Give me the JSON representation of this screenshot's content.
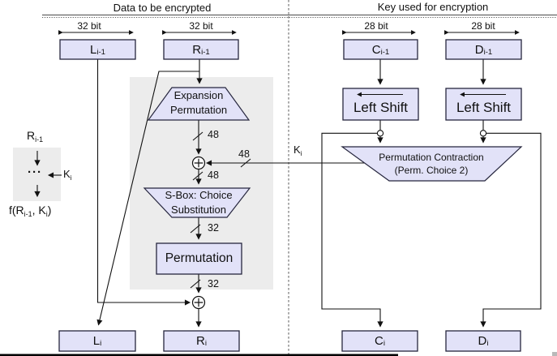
{
  "header": {
    "left_title": "Data to be encrypted",
    "right_title": "Key used for encryption"
  },
  "width_labels": {
    "l_prev": "32 bit",
    "r_prev": "32 bit",
    "c_prev": "28 bit",
    "d_prev": "28 bit"
  },
  "registers": {
    "l_prev": {
      "base": "L",
      "sub": "i-1"
    },
    "r_prev": {
      "base": "R",
      "sub": "i-1"
    },
    "c_prev": {
      "base": "C",
      "sub": "i-1"
    },
    "d_prev": {
      "base": "D",
      "sub": "i-1"
    },
    "l_next": {
      "base": "L",
      "sub": "i"
    },
    "r_next": {
      "base": "R",
      "sub": "i"
    },
    "c_next": {
      "base": "C",
      "sub": "i"
    },
    "d_next": {
      "base": "D",
      "sub": "i"
    }
  },
  "blocks": {
    "expansion": {
      "line1": "Expansion",
      "line2": "Permutation"
    },
    "sbox": {
      "line1": "S-Box: Choice",
      "line2": "Substitution"
    },
    "permutation": "Permutation",
    "left_shift": "Left Shift",
    "perm_contraction": {
      "line1": "Permutation Contraction",
      "line2": "(Perm. Choice 2)"
    }
  },
  "bus_labels": {
    "expansion_out": "48",
    "key_in": "48",
    "xor_out": "48",
    "sbox_out": "32",
    "perm_out": "32"
  },
  "key_label": {
    "base": "K",
    "sub": "i"
  },
  "legend": {
    "input": {
      "base": "R",
      "sub": "i-1"
    },
    "dots": "···",
    "key": {
      "base": "K",
      "sub": "i"
    },
    "f": {
      "pre": "f(R",
      "sub1": "i-1",
      "mid": ", K",
      "sub2": "i",
      "post": ")"
    }
  },
  "colors": {
    "box_fill": "#e2e2f8",
    "box_border": "#26263e",
    "line": "#111111",
    "panel_gray": "#ececec",
    "rule_gray": "#5a5a5a"
  }
}
